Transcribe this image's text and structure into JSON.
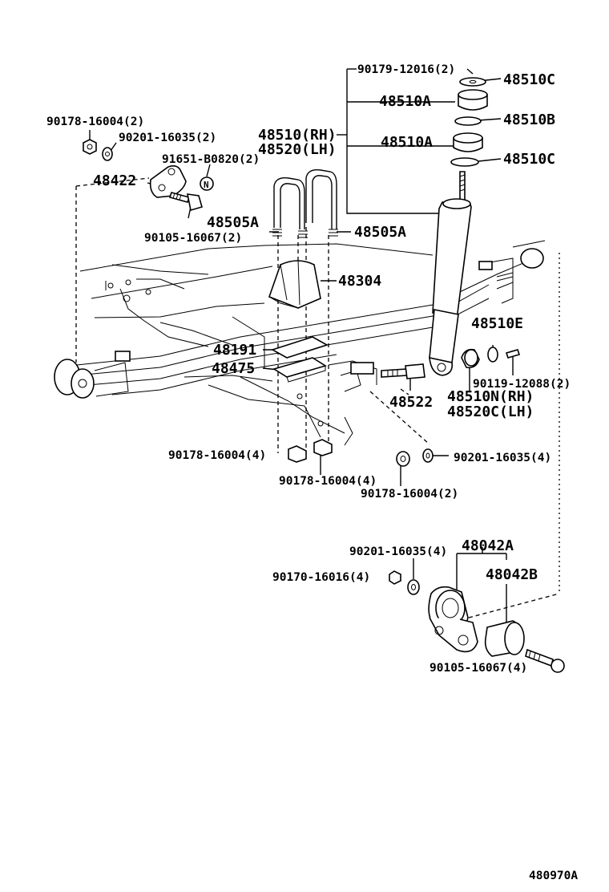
{
  "labels": {
    "l_90179_12016": "90179-12016(2)",
    "l_48510C_top": "48510C",
    "l_48510A_1": "48510A",
    "l_48510B": "48510B",
    "l_48510_RH": "48510(RH)",
    "l_48520_LH": "48520(LH)",
    "l_48510A_2": "48510A",
    "l_48510C_bot": "48510C",
    "l_90178_16004_a": "90178-16004(2)",
    "l_90201_16035_a": "90201-16035(2)",
    "l_91651_B0820": "91651-B0820(2)",
    "l_48422": "48422",
    "l_48505A_left": "48505A",
    "l_48505A_right": "48505A",
    "l_90105_16067_a": "90105-16067(2)",
    "l_48304": "48304",
    "l_48510E": "48510E",
    "l_48191": "48191",
    "l_48475": "48475",
    "l_90119_12088": "90119-12088(2)",
    "l_48522": "48522",
    "l_48510N_RH": "48510N(RH)",
    "l_48520C_LH": "48520C(LH)",
    "l_90178_16004_b": "90178-16004(4)",
    "l_90201_16035_b": "90201-16035(4)",
    "l_90178_16004_c": "90178-16004(4)",
    "l_90178_16004_d": "90178-16004(2)",
    "l_48042A": "48042A",
    "l_90201_16035_c": "90201-16035(4)",
    "l_48042B": "48042B",
    "l_90170_16016": "90170-16016(4)",
    "l_90105_16067_b": "90105-16067(4)",
    "l_N_mark": "N",
    "l_diagram_code": "480970A"
  }
}
